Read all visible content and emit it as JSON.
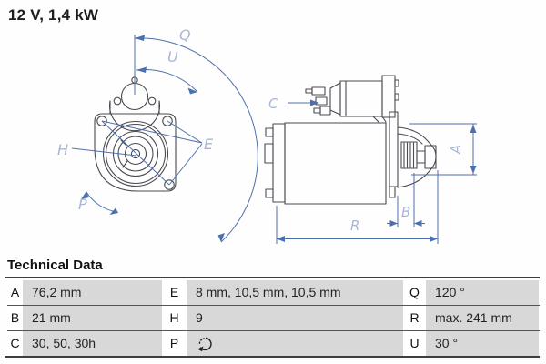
{
  "header": {
    "title": "12 V, 1,4 kW"
  },
  "diagram": {
    "front_view": {
      "labels": {
        "q": "Q",
        "u": "U",
        "e": "E",
        "h": "H",
        "p": "P"
      }
    },
    "side_view": {
      "labels": {
        "c": "C",
        "a": "A",
        "b": "B",
        "r": "R"
      }
    }
  },
  "technical_data": {
    "heading": "Technical Data",
    "rows": [
      [
        {
          "key": "A",
          "value": "76,2 mm"
        },
        {
          "key": "E",
          "value": "8 mm, 10,5 mm, 10,5 mm"
        },
        {
          "key": "Q",
          "value": "120 °"
        }
      ],
      [
        {
          "key": "B",
          "value": "21 mm"
        },
        {
          "key": "H",
          "value": "9"
        },
        {
          "key": "R",
          "value": "max. 241 mm"
        }
      ],
      [
        {
          "key": "C",
          "value": "30, 50, 30h"
        },
        {
          "key": "P",
          "icon": "rotation-direction-icon"
        },
        {
          "key": "U",
          "value": "30 °"
        }
      ]
    ]
  },
  "colors": {
    "dimension_line": "#4c70ae",
    "dimension_label": "#a8b6d6",
    "part_outline": "#4a4a52",
    "table_cell_bg": "#d8d8d8",
    "rule": "#3d3d3d"
  }
}
